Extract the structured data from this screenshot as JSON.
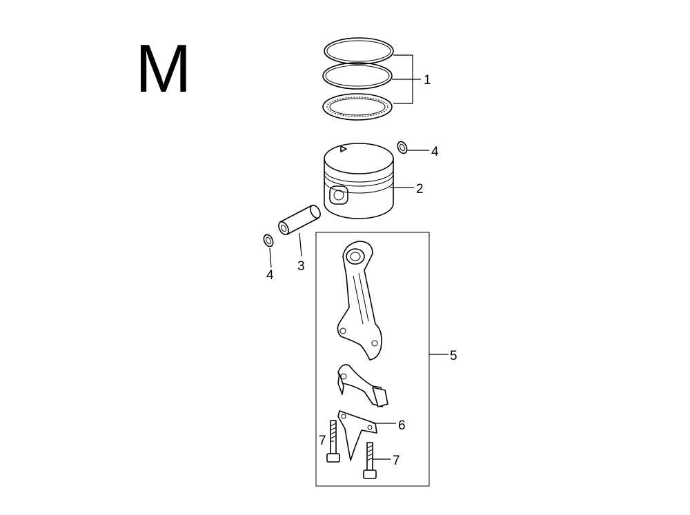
{
  "diagram": {
    "section_letter": "M",
    "callouts": {
      "piston_rings": "1",
      "piston": "2",
      "piston_pin": "3",
      "pin_clip_right": "4",
      "pin_clip_left": "4",
      "connecting_rod_assembly": "5",
      "oil_dipper": "6",
      "rod_bolt_left": "7",
      "rod_bolt_right": "7"
    }
  }
}
